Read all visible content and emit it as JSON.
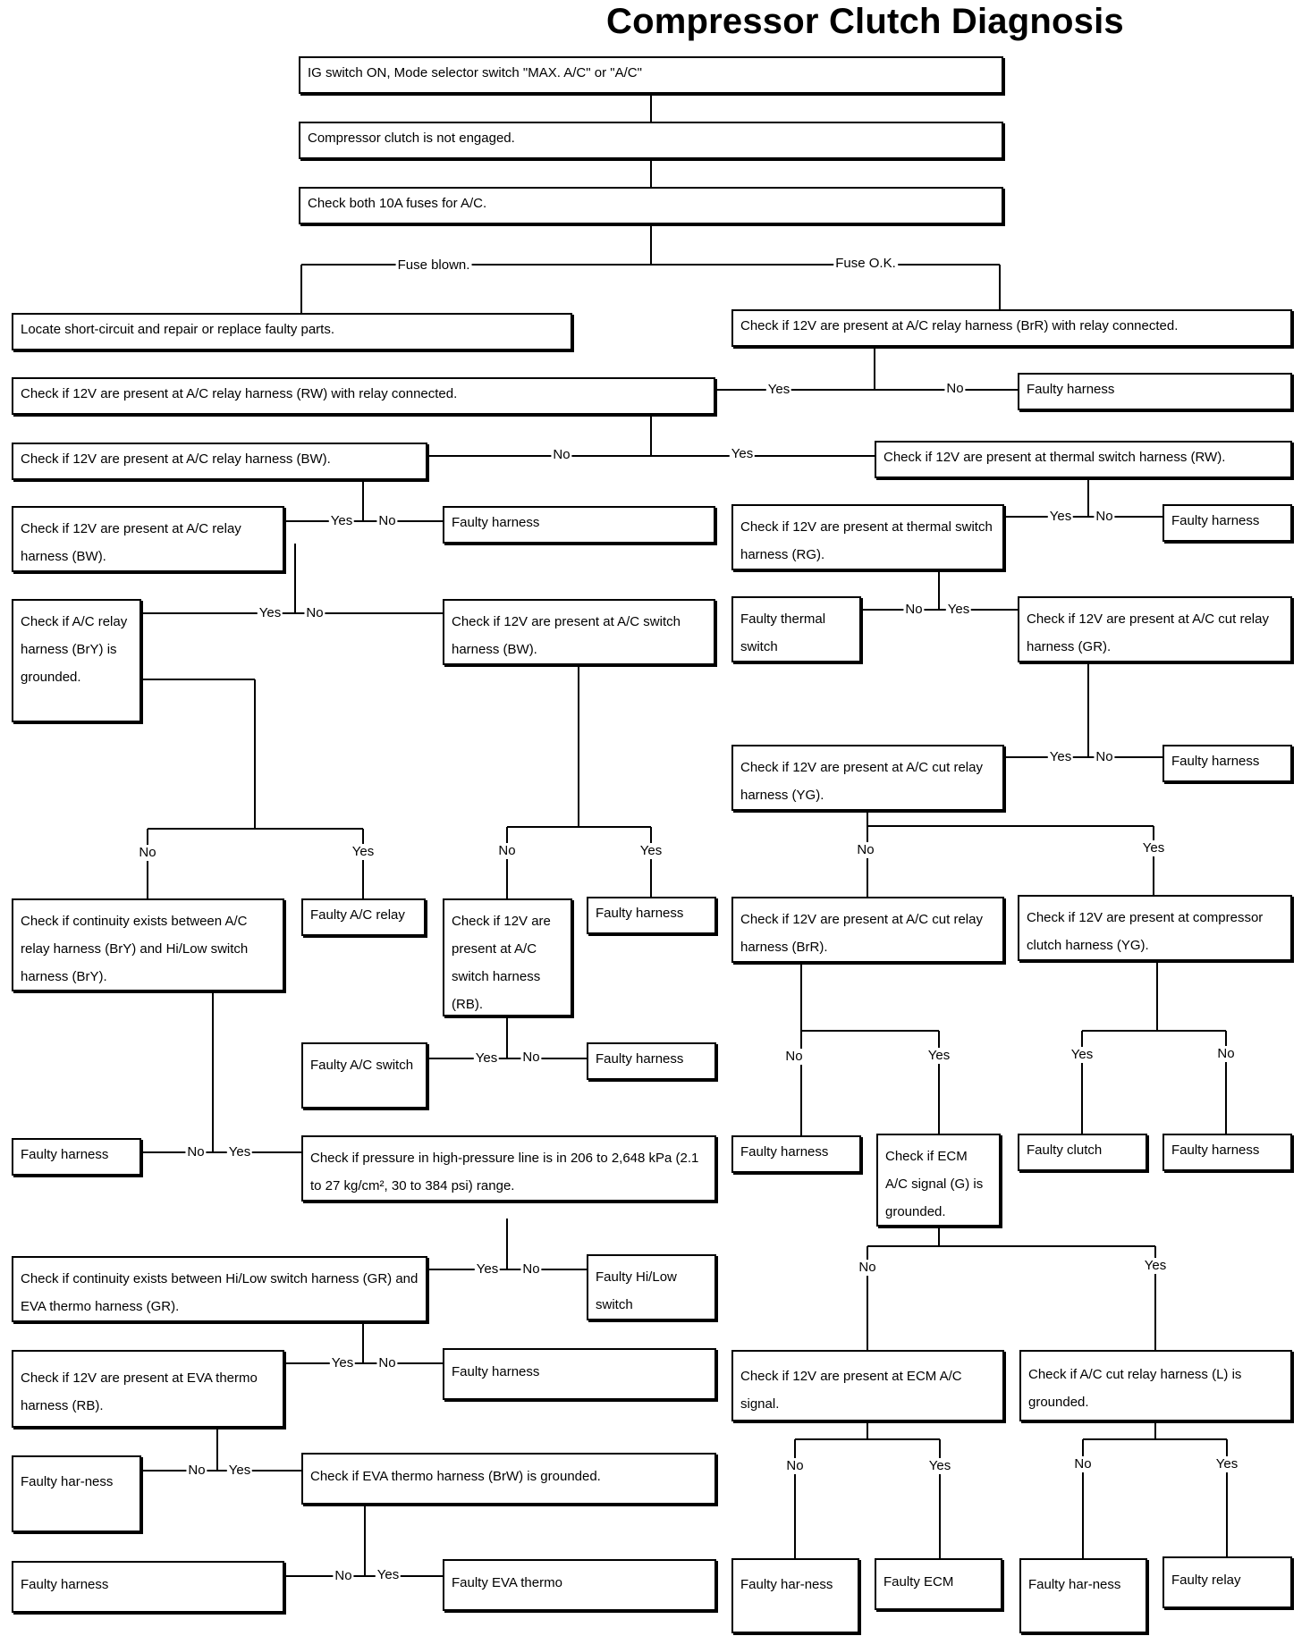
{
  "title": "Compressor Clutch Diagnosis",
  "boxes": {
    "start": "IG switch ON, Mode selector switch \"MAX. A/C\" or \"A/C\"",
    "not_engaged": "Compressor clutch is not engaged.",
    "fuses": "Check both 10A fuses for A/C.",
    "locate_short": "Locate short-circuit and repair or replace faulty parts.",
    "relay_brr": "Check if 12V are present at A/C relay harness (BrR) with relay connected.",
    "relay_rw": "Check if 12V are present at A/C relay harness (RW) with relay connected.",
    "faulty_harness_1": "Faulty harness",
    "relay_bw_1": "Check if 12V are present at A/C relay harness (BW).",
    "thermal_rw": "Check if 12V are present at thermal switch harness (RW).",
    "relay_bw_2": "Check if 12V are present at A/C relay harness (BW).",
    "faulty_harness_2": "Faulty harness",
    "thermal_rg": "Check if 12V are present at thermal switch harness (RG).",
    "faulty_harness_3": "Faulty harness",
    "relay_bry_ground": "Check if A/C relay harness (BrY) is grounded.",
    "switch_bw": "Check if 12V are present at A/C switch harness (BW).",
    "faulty_thermal_switch": "Faulty thermal switch",
    "cut_relay_gr": "Check if 12V are present at A/C cut relay harness (GR).",
    "cut_relay_yg": "Check if 12V are present at A/C cut relay harness (YG).",
    "faulty_harness_4": "Faulty harness",
    "continuity_bry": "Check if continuity exists between A/C relay harness (BrY) and Hi/Low switch harness (BrY).",
    "faulty_ac_relay": "Faulty A/C relay",
    "switch_rb": "Check if 12V are present at A/C switch harness (RB).",
    "faulty_harness_5": "Faulty harness",
    "cut_relay_brr": "Check if 12V are present at A/C cut relay harness (BrR).",
    "clutch_yg": "Check if 12V are present at compressor clutch harness (YG).",
    "faulty_ac_switch": "Faulty A/C switch",
    "faulty_harness_6": "Faulty harness",
    "faulty_harness_7": "Faulty harness",
    "pressure": "Check if pressure in high-pressure line is in 206 to 2,648 kPa (2.1 to 27 kg/cm², 30 to 384 psi) range.",
    "faulty_harness_8": "Faulty harness",
    "ecm_ground": "Check if ECM A/C signal (G) is grounded.",
    "faulty_clutch": "Faulty clutch",
    "faulty_harness_9": "Faulty harness",
    "continuity_gr": "Check if continuity exists between Hi/Low switch harness (GR) and EVA thermo harness (GR).",
    "faulty_hilow": "Faulty Hi/Low switch",
    "eva_rb": "Check if 12V are present at EVA thermo harness (RB).",
    "faulty_harness_10": "Faulty harness",
    "ecm_signal": "Check if 12V are present at ECM A/C signal.",
    "cut_relay_l": "Check if A/C cut relay harness (L) is grounded.",
    "faulty_harness_11": "Faulty har-ness",
    "eva_brw": "Check if EVA thermo harness (BrW) is grounded.",
    "faulty_harness_12": "Faulty harness",
    "faulty_eva": "Faulty EVA thermo",
    "faulty_harness_13": "Faulty har-ness",
    "faulty_ecm": "Faulty ECM",
    "faulty_harness_14": "Faulty har-ness",
    "faulty_relay": "Faulty relay"
  },
  "labels": {
    "fuse_blown": "Fuse blown.",
    "fuse_ok": "Fuse O.K.",
    "yes": "Yes",
    "no": "No"
  }
}
